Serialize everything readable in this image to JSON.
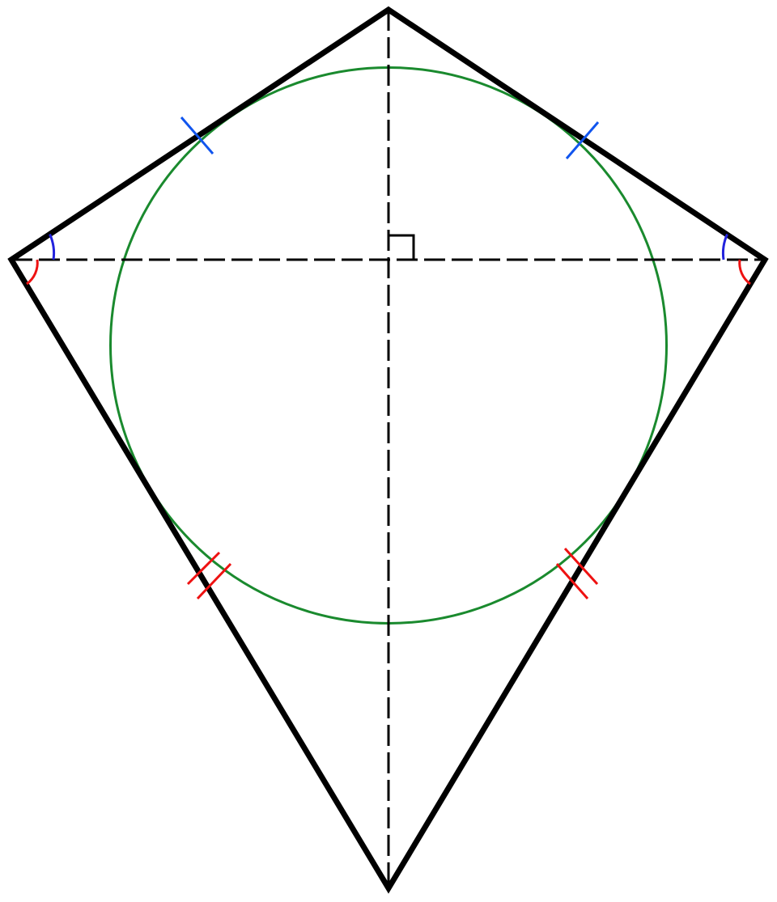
{
  "figure": {
    "shape": "kite",
    "incircle": true,
    "diagonals_perpendicular": true
  },
  "colors": {
    "outline": "#000000",
    "diagonal": "#000000",
    "incircle": "#1a8a2e",
    "upper_angle_arc": "#2222dd",
    "lower_angle_arc": "#ee1111",
    "upper_side_tick": "#1155ee",
    "lower_side_tick": "#ee1111",
    "right_angle_mark": "#000000"
  },
  "markers": {
    "upper_sides_equal_ticks": 1,
    "lower_sides_equal_ticks": 2
  }
}
